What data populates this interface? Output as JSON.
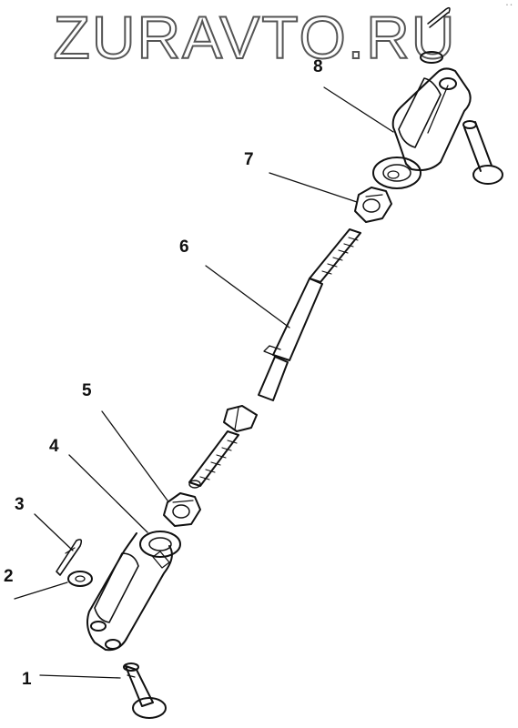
{
  "watermark": {
    "text": "ZURAVTO.RU"
  },
  "parts": [
    {
      "number": "1"
    },
    {
      "number": "2"
    },
    {
      "number": "3"
    },
    {
      "number": "4"
    },
    {
      "number": "5"
    },
    {
      "number": "6"
    },
    {
      "number": "7"
    },
    {
      "number": "8"
    }
  ],
  "colors": {
    "line": "#111111",
    "watermark_stroke": "#555555",
    "background": "#ffffff"
  }
}
